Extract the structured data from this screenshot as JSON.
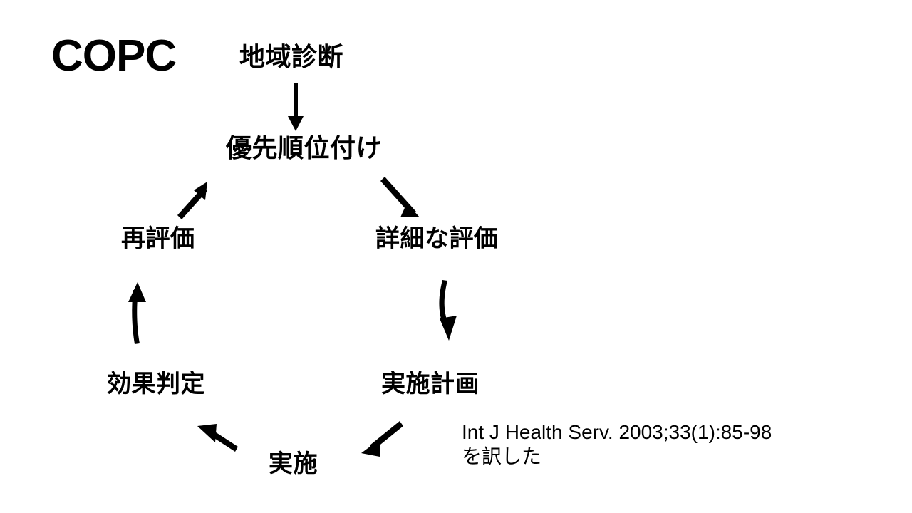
{
  "slide": {
    "title": "COPC",
    "background_color": "#ffffff",
    "text_color": "#000000"
  },
  "cycle": {
    "name": "COPC cycle",
    "direction": "clockwise-from-top",
    "nodes": [
      {
        "id": "community-diagnosis",
        "label": "地域診断"
      },
      {
        "id": "prioritization",
        "label": "優先順位付け"
      },
      {
        "id": "detailed-assessment",
        "label": "詳細な評価"
      },
      {
        "id": "implementation-plan",
        "label": "実施計画"
      },
      {
        "id": "implementation",
        "label": "実施"
      },
      {
        "id": "effect-evaluation",
        "label": "効果判定"
      },
      {
        "id": "re-evaluation",
        "label": "再評価"
      }
    ],
    "arrows": [
      {
        "id": "arrow-diagnosis-to-prioritization",
        "from": "community-diagnosis",
        "to": "prioritization",
        "shape": "straight-down"
      },
      {
        "id": "arrow-prioritization-to-assessment",
        "from": "prioritization",
        "to": "detailed-assessment",
        "shape": "diagonal-down-right"
      },
      {
        "id": "arrow-assessment-to-plan",
        "from": "detailed-assessment",
        "to": "implementation-plan",
        "shape": "curved-down"
      },
      {
        "id": "arrow-plan-to-implementation",
        "from": "implementation-plan",
        "to": "implementation",
        "shape": "diagonal-down-left"
      },
      {
        "id": "arrow-implementation-to-effect",
        "from": "implementation",
        "to": "effect-evaluation",
        "shape": "diagonal-up-left"
      },
      {
        "id": "arrow-effect-to-reevaluation",
        "from": "effect-evaluation",
        "to": "re-evaluation",
        "shape": "straight-up"
      },
      {
        "id": "arrow-reevaluation-to-prioritization",
        "from": "re-evaluation",
        "to": "prioritization",
        "shape": "diagonal-up-right"
      }
    ]
  },
  "citation": {
    "line1": "Int J Health Serv. 2003;33(1):85-98",
    "line2": "を訳した"
  }
}
